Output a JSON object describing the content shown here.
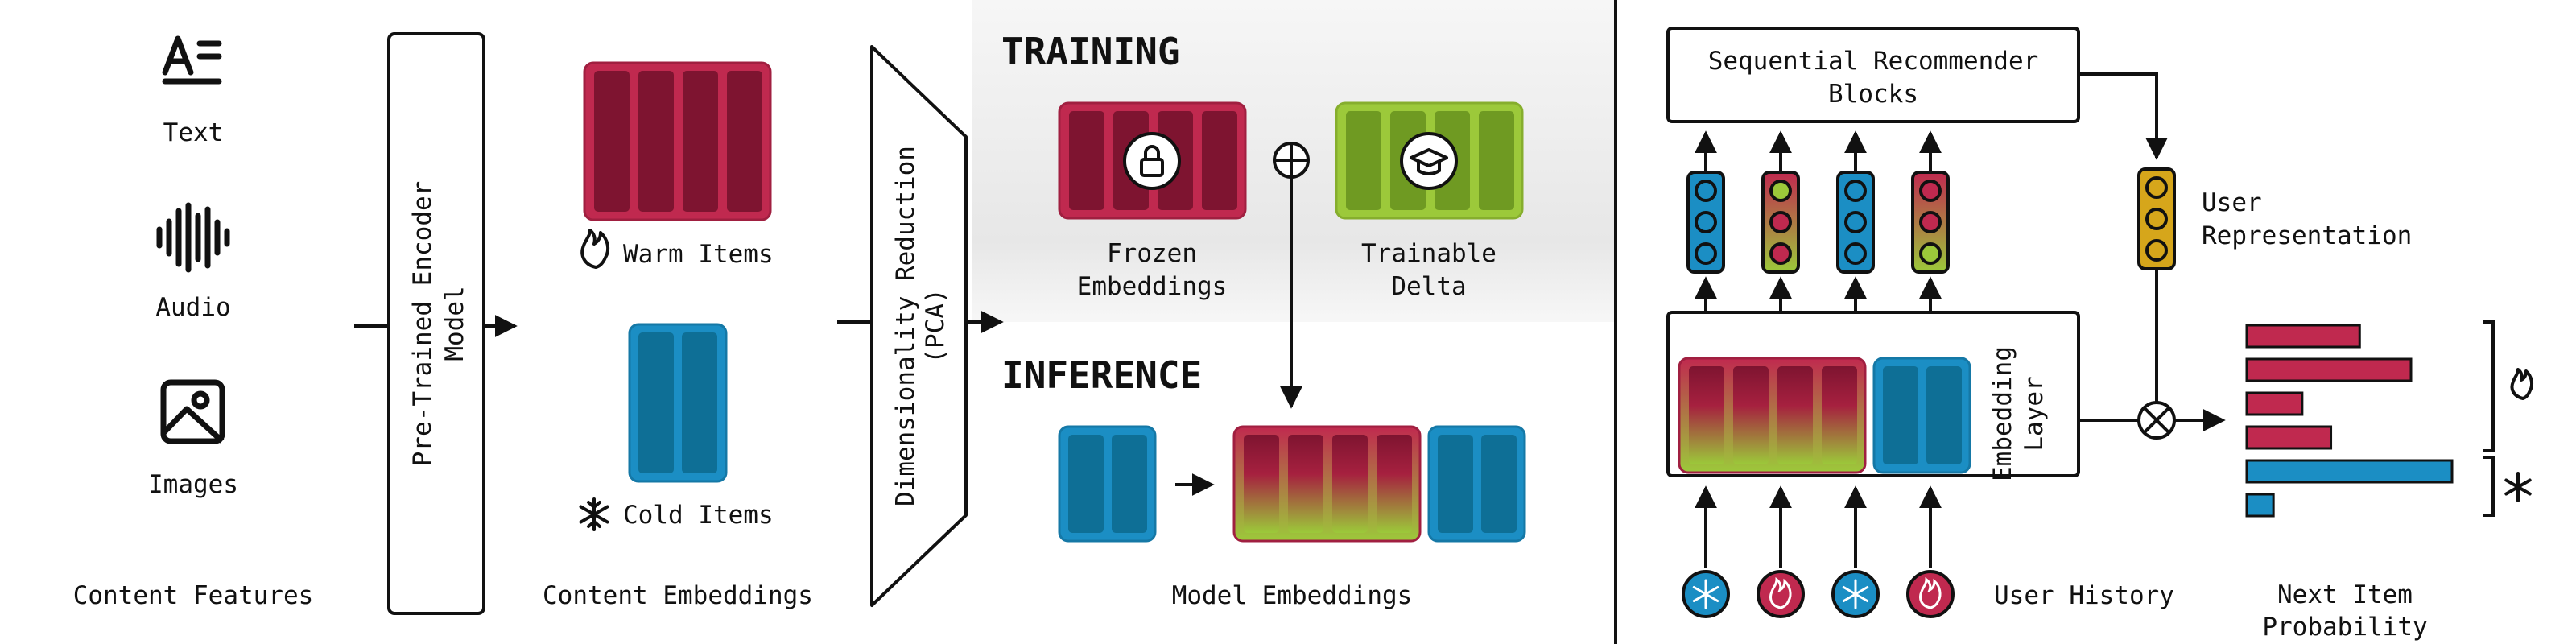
{
  "colors": {
    "warm": "#c0294f",
    "warm_dark": "#7e1430",
    "cold": "#1b8ec4",
    "cold_dark": "#0e6f96",
    "delta": "#9cc93a",
    "delta_dark": "#6f9a22",
    "user_rep": "#d6a61b",
    "ink": "#111111",
    "training_shade": "#ececec"
  },
  "content_features": {
    "title": "Content Features",
    "items": [
      {
        "label": "Text",
        "icon": "text-icon"
      },
      {
        "label": "Audio",
        "icon": "audio-waveform-icon"
      },
      {
        "label": "Images",
        "icon": "image-icon"
      }
    ]
  },
  "encoder": {
    "label_line1": "Pre-Trained Encoder",
    "label_line2": "Model"
  },
  "content_embeddings": {
    "title": "Content Embeddings",
    "warm_label": "Warm Items",
    "cold_label": "Cold Items",
    "warm_icon": "flame-icon",
    "cold_icon": "snowflake-icon"
  },
  "reduction": {
    "label_line1": "Dimensionality Reduction",
    "label_line2": "(PCA)"
  },
  "training": {
    "heading": "TRAINING",
    "frozen_line1": "Frozen",
    "frozen_line2": "Embeddings",
    "frozen_icon": "lock-icon",
    "delta_line1": "Trainable",
    "delta_line2": "Delta",
    "delta_icon": "graduation-cap-icon",
    "combine_icon": "plus-circle-icon"
  },
  "inference": {
    "heading": "INFERENCE",
    "title": "Model Embeddings"
  },
  "recommender": {
    "blocks_line1": "Sequential Recommender",
    "blocks_line2": "Blocks",
    "user_rep_line1": "User",
    "user_rep_line2": "Representation",
    "embedding_layer_line1": "Embedding",
    "embedding_layer_line2": "Layer",
    "user_history": "User History",
    "next_item_line1": "Next Item",
    "next_item_line2": "Probability",
    "history_icons": [
      "snowflake-icon",
      "flame-icon",
      "snowflake-icon",
      "flame-icon"
    ]
  },
  "chart_data": {
    "type": "bar",
    "orientation": "horizontal",
    "values": [
      0.55,
      0.8,
      0.27,
      0.41,
      1.0,
      0.13
    ],
    "groups": [
      "warm",
      "warm",
      "warm",
      "warm",
      "cold",
      "cold"
    ]
  }
}
